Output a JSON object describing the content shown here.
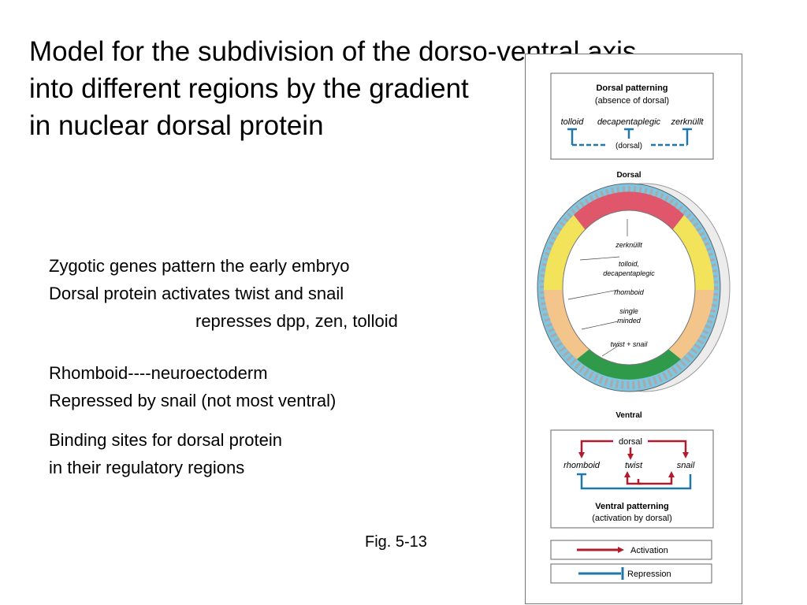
{
  "slide": {
    "title_lines": [
      "Model for the subdivision of the dorso-ventral axis",
      "into different regions by the gradient",
      "in nuclear dorsal protein"
    ],
    "block1": [
      "Zygotic genes pattern the early embryo",
      "Dorsal protein activates twist and snail",
      "represses dpp, zen, tolloid"
    ],
    "block2": [
      "Rhomboid----neuroectoderm",
      "Repressed by snail (not most ventral)"
    ],
    "block3": [
      "Binding sites for dorsal protein",
      "in their regulatory regions"
    ],
    "caption": "Fig. 5-13"
  },
  "figure": {
    "dorsal_box": {
      "title": "Dorsal patterning",
      "subtitle": "(absence of dorsal)",
      "genes": [
        "tolloid",
        "decapentaplegic",
        "zerknüllt"
      ],
      "repressor": "(dorsal)"
    },
    "embryo": {
      "top_label": "Dorsal",
      "bottom_label": "Ventral",
      "regions": [
        "zerknüllt",
        "tolloid,",
        "decapentaplegic",
        "rhomboid",
        "single",
        "minded",
        "twist + snail"
      ]
    },
    "ventral_box": {
      "top_gene": "dorsal",
      "genes": [
        "rhomboid",
        "twist",
        "snail"
      ],
      "title": "Ventral patterning",
      "subtitle": "(activation by dorsal)"
    },
    "legend": {
      "activation": "Activation",
      "repression": "Repression"
    },
    "colors": {
      "activation": "#b01c2e",
      "repression": "#1f78a8",
      "dorsal_region": "#e0566a",
      "lateral_region": "#f2e35a",
      "neuro_region": "#f3c58a",
      "mesoderm": "#2f9a4a",
      "blue_band": "#7fc6e2"
    }
  }
}
